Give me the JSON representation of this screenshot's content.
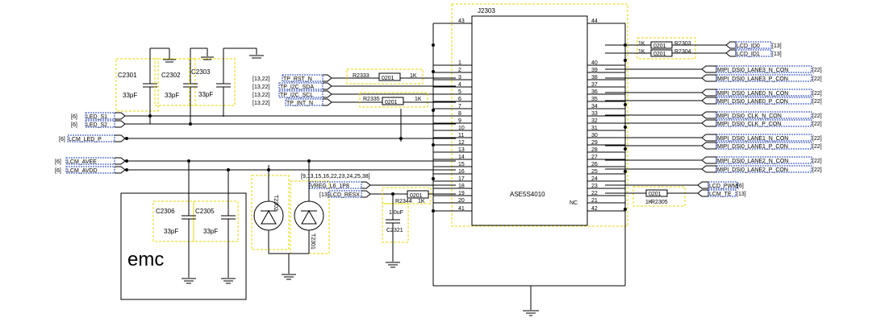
{
  "connector": {
    "ref": "J2303",
    "part": "ASE5S4010",
    "nc": "NC",
    "left_pins": [
      "43",
      "1",
      "2",
      "3",
      "4",
      "5",
      "6",
      "7",
      "8",
      "9",
      "10",
      "11",
      "12",
      "13",
      "14",
      "15",
      "16",
      "17",
      "18",
      "19",
      "20",
      "41"
    ],
    "right_pins": [
      "44",
      "40",
      "39",
      "38",
      "37",
      "36",
      "35",
      "34",
      "33",
      "32",
      "31",
      "30",
      "29",
      "28",
      "27",
      "26",
      "25",
      "24",
      "23",
      "22",
      "21",
      "42"
    ]
  },
  "caps": [
    {
      "ref": "C2301",
      "value": "33pF"
    },
    {
      "ref": "C2302",
      "value": "33pF"
    },
    {
      "ref": "C2303",
      "value": "33pF"
    },
    {
      "ref": "C2306",
      "value": "33pF"
    },
    {
      "ref": "C2305",
      "value": "33pF"
    },
    {
      "ref": "C2321",
      "value": "1.0uF"
    }
  ],
  "resistors": [
    {
      "ref": "R2333",
      "size": "0201",
      "value": "1K"
    },
    {
      "ref": "R2335",
      "size": "0201",
      "value": "1K"
    },
    {
      "ref": "R2344",
      "size": "0201",
      "value": "1K"
    },
    {
      "ref": "R2303",
      "size": "0201",
      "value": "1K"
    },
    {
      "ref": "R2304",
      "size": "0201",
      "value": "1K"
    },
    {
      "ref": "R2305",
      "size": "0201",
      "value": "1K"
    }
  ],
  "left_nets": [
    {
      "ref": "[13,22]",
      "name": "TP_RST_N"
    },
    {
      "ref": "[13,22]",
      "name": "TP_I2C_SDA"
    },
    {
      "ref": "[13,22]",
      "name": "TP_I2C_SCL"
    },
    {
      "ref": "[13,22]",
      "name": "TP_INT_N"
    },
    {
      "ref": "[6]",
      "name": "LED_S1"
    },
    {
      "ref": "[6]",
      "name": "LED_S2"
    },
    {
      "ref": "[6]",
      "name": "LCM_LED_P"
    },
    {
      "ref": "[6]",
      "name": "LCM_AVEE"
    },
    {
      "ref": "[6]",
      "name": "LCM_AVDD"
    }
  ],
  "mid_nets": [
    {
      "ref": "[9,13,15,16,22,23,24,25,38]",
      "name": "VREG_L6_1P8"
    },
    {
      "ref": "[13]",
      "name": "LCD_RESX"
    }
  ],
  "right_nets": [
    {
      "name": "LCD_ID0",
      "ref": "[13]"
    },
    {
      "name": "LCD_ID1",
      "ref": "[13]"
    },
    {
      "name": "MIPI_DSI0_LANE3_N_CON",
      "ref": "[22]"
    },
    {
      "name": "MIPI_DSI0_LANE3_P_CON",
      "ref": "[22]"
    },
    {
      "name": "MIPI_DSI0_LANE0_N_CON",
      "ref": "[22]"
    },
    {
      "name": "MIPI_DSI0_LANE0_P_CON",
      "ref": "[22]"
    },
    {
      "name": "MIPI_DSI0_CLK_N_CON",
      "ref": "[22]"
    },
    {
      "name": "MIPI_DSI0_CLK_P_CON",
      "ref": "[22]"
    },
    {
      "name": "MIPI_DSI0_LANE1_N_CON",
      "ref": "[22]"
    },
    {
      "name": "MIPI_DSI0_LANE1_P_CON",
      "ref": "[22]"
    },
    {
      "name": "MIPI_DSI0_LANE2_N_CON",
      "ref": "[22]"
    },
    {
      "name": "MIPI_DSI0_LANE2_P_CON",
      "ref": "[22]"
    },
    {
      "name": "LCD_PWM",
      "ref": "[6]"
    },
    {
      "name": "LCM_TE",
      "ref": "[13]"
    }
  ],
  "tvs": [
    {
      "ref": "T2302"
    },
    {
      "ref": "T2301"
    }
  ],
  "emc_label": "emc"
}
